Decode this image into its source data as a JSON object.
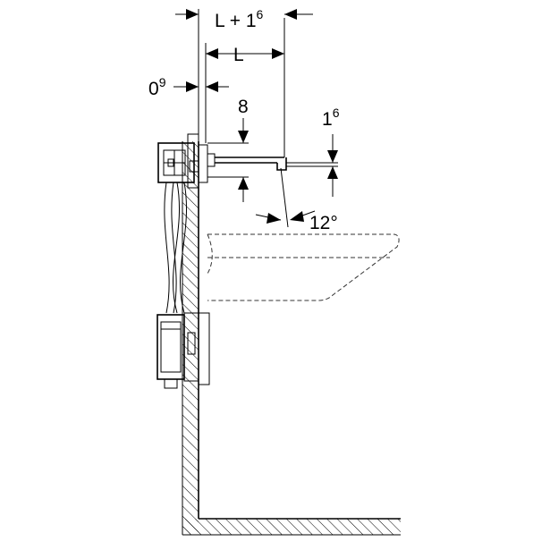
{
  "dimensions": {
    "total_projection": {
      "base": "L + 1",
      "sup": "6"
    },
    "spout_length": {
      "base": "L",
      "sup": ""
    },
    "wall_offset": {
      "base": "0",
      "sup": "9"
    },
    "outlet_height": {
      "base": "8",
      "sup": ""
    },
    "spout_drop": {
      "base": "1",
      "sup": "6"
    },
    "angle": {
      "base": "12°",
      "sup": ""
    }
  },
  "colors": {
    "line": "#000000",
    "hatch": "#000000",
    "background": "#ffffff"
  }
}
